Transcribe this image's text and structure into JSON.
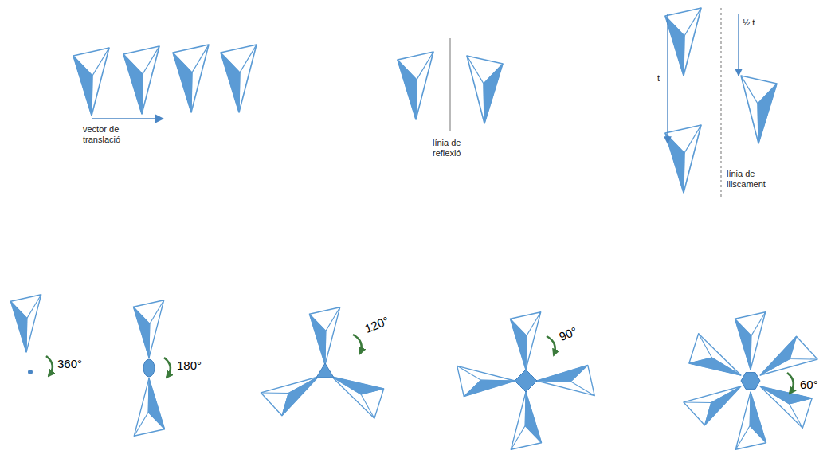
{
  "diagram": {
    "labels": [
      "vector de translació",
      "línia de reflexió",
      "t",
      "½ t",
      "línia de lliscament",
      "360°",
      "180°",
      "120°",
      "90°",
      "60°"
    ]
  }
}
